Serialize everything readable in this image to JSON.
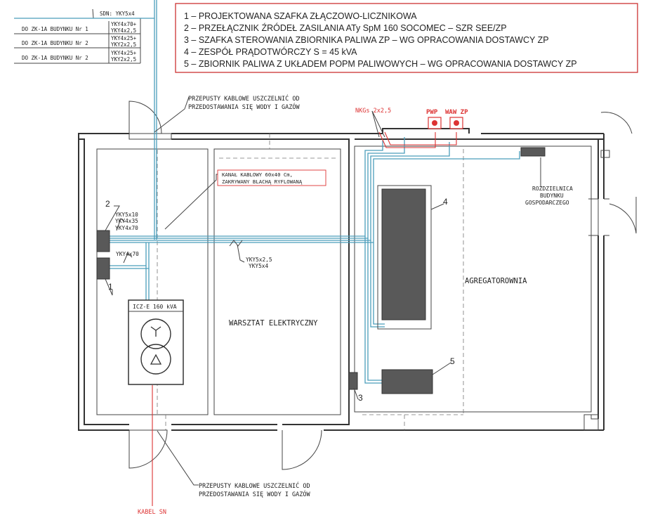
{
  "legend": {
    "items": [
      "1 – PROJEKTOWANA SZAFKA ZŁĄCZOWO-LICZNIKOWA",
      "2 – PRZEŁĄCZNIK ŹRÓDEŁ ZASILANIA ATy SpM 160 SOCOMEC – SZR SEE/ZP",
      "3 – SZAFKA STEROWANIA ZBIORNIKA PALIWA ZP – WG OPRACOWANIA DOSTAWCY ZP",
      "4 – ZESPÓŁ PRĄDOTWÓRCZY S = 45 kVA",
      "5 – ZBIORNIK PALIWA Z UKŁADEM POPM PALIWOWYCH – WG OPRACOWANIA DOSTAWCY ZP"
    ]
  },
  "cable_table": {
    "top": "SDN: YKY5x4",
    "rows": [
      {
        "label": "DO ZK-1A BUDYNKU Nr 1",
        "cable1": "YKY4x70+",
        "cable2": "YKY4x2,5"
      },
      {
        "label": "DO ZK-1A BUDYNKU Nr 2",
        "cable1": "YKY4x25+",
        "cable2": "YKY2x2,5"
      },
      {
        "label": "DO ZK-1A BUDYNKU Nr 2",
        "cable1": "YKY4x25+",
        "cable2": "YKY2x2,5"
      }
    ]
  },
  "notes": {
    "passage_top_1": "PRZEPUSTY KABLOWE USZCZELNIĆ OD",
    "passage_top_2": "PRZEDOSTAWANIA SIĘ WODY I GAZÓW",
    "passage_bottom_1": "PRZEPUSTY KABLOWE USZCZELNIĆ OD",
    "passage_bottom_2": "PRZEDOSTAWANIA SIĘ WODY I GAZÓW",
    "channel_1": "KANAŁ KABLOWY 60x40 Cm,",
    "channel_2": "ZAKRYWANY BLACHĄ RYFLOWANĄ"
  },
  "labels": {
    "nkgs": "NKGs 2x2,5",
    "pwp": "PWP",
    "waw_zp": "WAW ZP",
    "switch_cables": [
      "YKY5x10",
      "YKY4x35",
      "YKY4x70"
    ],
    "meter_cable": "YKY4x70",
    "floor_cable_1": "YKY5x2,5",
    "floor_cable_2": "YKY5x4",
    "transformer": "ICZ-E 160 kVA",
    "workshop": "WARSZTAT ELEKTRYCZNY",
    "generator_room": "AGREGATOROWNIA",
    "board_1": "ROZDZIELNICA",
    "board_2": "BUDYNKU",
    "board_3": "GOSPODARCZEGO",
    "cable_sn": "KABEL SN"
  },
  "numbers": {
    "n1": "1",
    "n2": "2",
    "n3": "3",
    "n4": "4",
    "n5": "5"
  },
  "colors": {
    "cable": "#4a9dbb",
    "accent": "#d33333",
    "equipment": "#595959"
  }
}
